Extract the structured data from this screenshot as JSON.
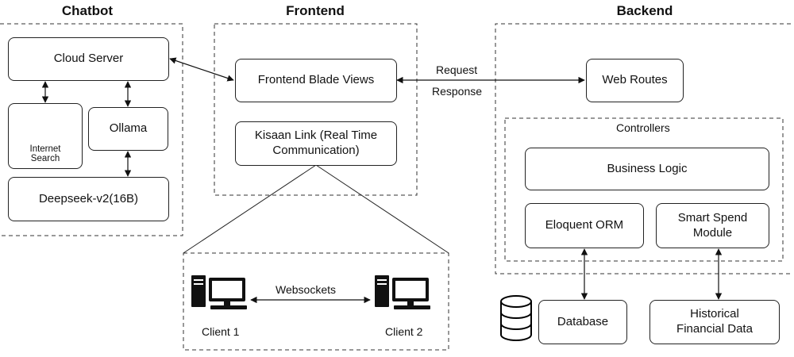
{
  "sections": {
    "chatbot": "Chatbot",
    "frontend": "Frontend",
    "backend": "Backend"
  },
  "chatbot": {
    "cloud_server": "Cloud Server",
    "internet_search": "Internet Search",
    "ollama": "Ollama",
    "deepseek": "Deepseek-v2(16B)"
  },
  "frontend": {
    "blade_views": "Frontend Blade Views",
    "kisaan_link": "Kisaan Link (Real Time Communication)"
  },
  "connection": {
    "request": "Request",
    "response": "Response"
  },
  "backend": {
    "web_routes": "Web Routes",
    "controllers": "Controllers",
    "business_logic": "Business Logic",
    "eloquent_orm": "Eloquent ORM",
    "smart_spend": "Smart Spend Module",
    "database": "Database",
    "historical_data": "Historical Financial Data"
  },
  "clients": {
    "websockets": "Websockets",
    "client1": "Client 1",
    "client2": "Client 2"
  },
  "icons": [
    "globe-icon",
    "computer-icon",
    "database-icon"
  ]
}
